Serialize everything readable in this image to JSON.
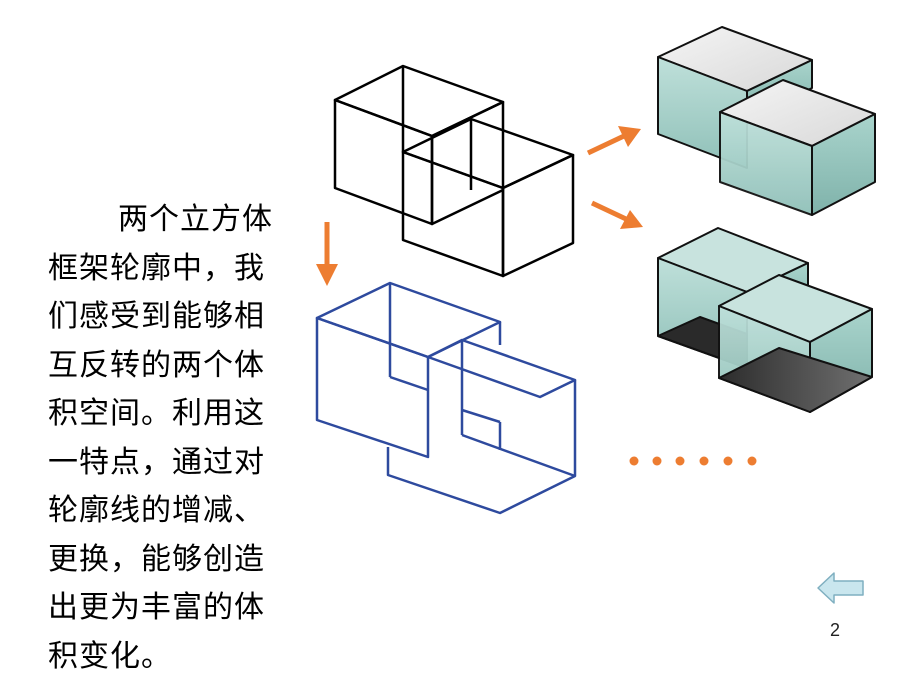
{
  "text_lines": [
    "两个立方体",
    "框架轮廓中，我",
    "们感受到能够相",
    "互反转的两个体",
    "积空间。利用这",
    "一特点，通过对",
    "轮廓线的增减、",
    "更换，能够创造",
    "出更为丰富的体",
    "积变化。"
  ],
  "page_number": "2",
  "colors": {
    "arrow": "#ED7D31",
    "wire_black": "#000000",
    "wire_blue": "#2E4A9E",
    "glass": "#A9D4CC",
    "nav_arrow": "#C9E6EE"
  },
  "icons": {
    "back": "left-arrow-icon"
  }
}
